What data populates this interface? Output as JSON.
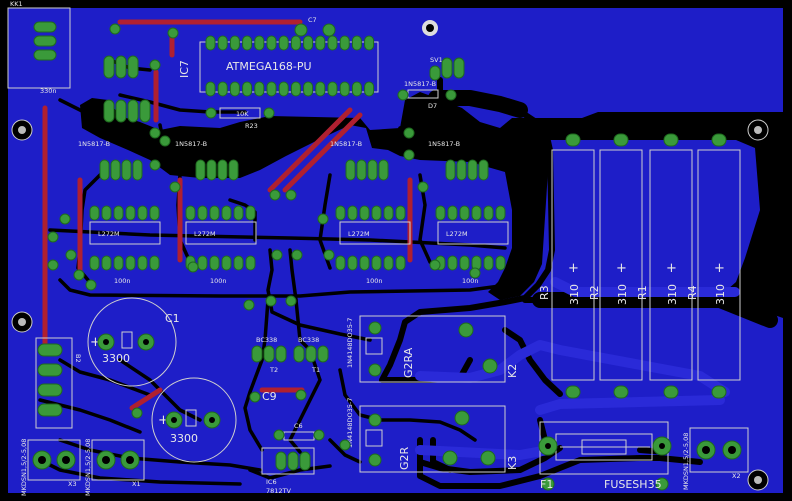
{
  "board": {
    "colors": {
      "background": "#000000",
      "pour": "#1e1ec8",
      "bottom_trace": "#2a2ad8",
      "top_trace": "#b02030",
      "pad": "#3a9a3a",
      "silkscreen": "#e8e8e8"
    }
  },
  "labels": {
    "kk1": "KK1",
    "c7": "C7",
    "ic7": "IC7",
    "atmega": "ATMEGA168-PU",
    "sv1": "SV1",
    "d7": "D7",
    "diode_1n5817_a": "1N5817-B",
    "diode_1n5817_b": "1N5817-B",
    "diode_1n5817_c": "1N5817-B",
    "diode_1n5817_d": "1N5817-B",
    "diode_1n5817_e": "1N5817-B",
    "r23": "R23",
    "r_10k": "10K",
    "c330n": "330n",
    "c100n_a": "100n",
    "c100n_b": "100n",
    "c100n_c": "100n",
    "c100n_d": "100n",
    "l272m_a": "L272M",
    "l272m_b": "L272M",
    "l272m_c": "L272M",
    "l272m_d": "L272M",
    "c1": "C1",
    "c1_val": "3300",
    "c9": "C9",
    "c9_val": "3300",
    "bc338_a": "BC338",
    "bc338_b": "BC338",
    "t1": "T1",
    "t2": "T2",
    "n4148_a": "1N4148DO35-7",
    "n4148_b": "1N4148DO35-7",
    "g2ra": "G2RA",
    "g2r": "G2R",
    "k2": "K2",
    "k3": "K3",
    "r1": "R1",
    "r2": "R2",
    "r3": "R3",
    "r4": "R4",
    "r1_val": "310",
    "r2_val": "310",
    "r3_val": "310",
    "r4_val": "310",
    "plus": "+",
    "f1": "F1",
    "fuse": "FUSESH35",
    "x1": "X1",
    "x2": "X2",
    "x3": "X3",
    "mkdsn_a": "MKDSN1,5/2-5,08",
    "mkdsn_b": "MKDSN1,5/2-5,08",
    "mkdsn_c": "MKDSN1,5/2-5,08",
    "ic6": "IC6",
    "reg": "7812TV",
    "c6": "C6",
    "b2": "B2"
  }
}
